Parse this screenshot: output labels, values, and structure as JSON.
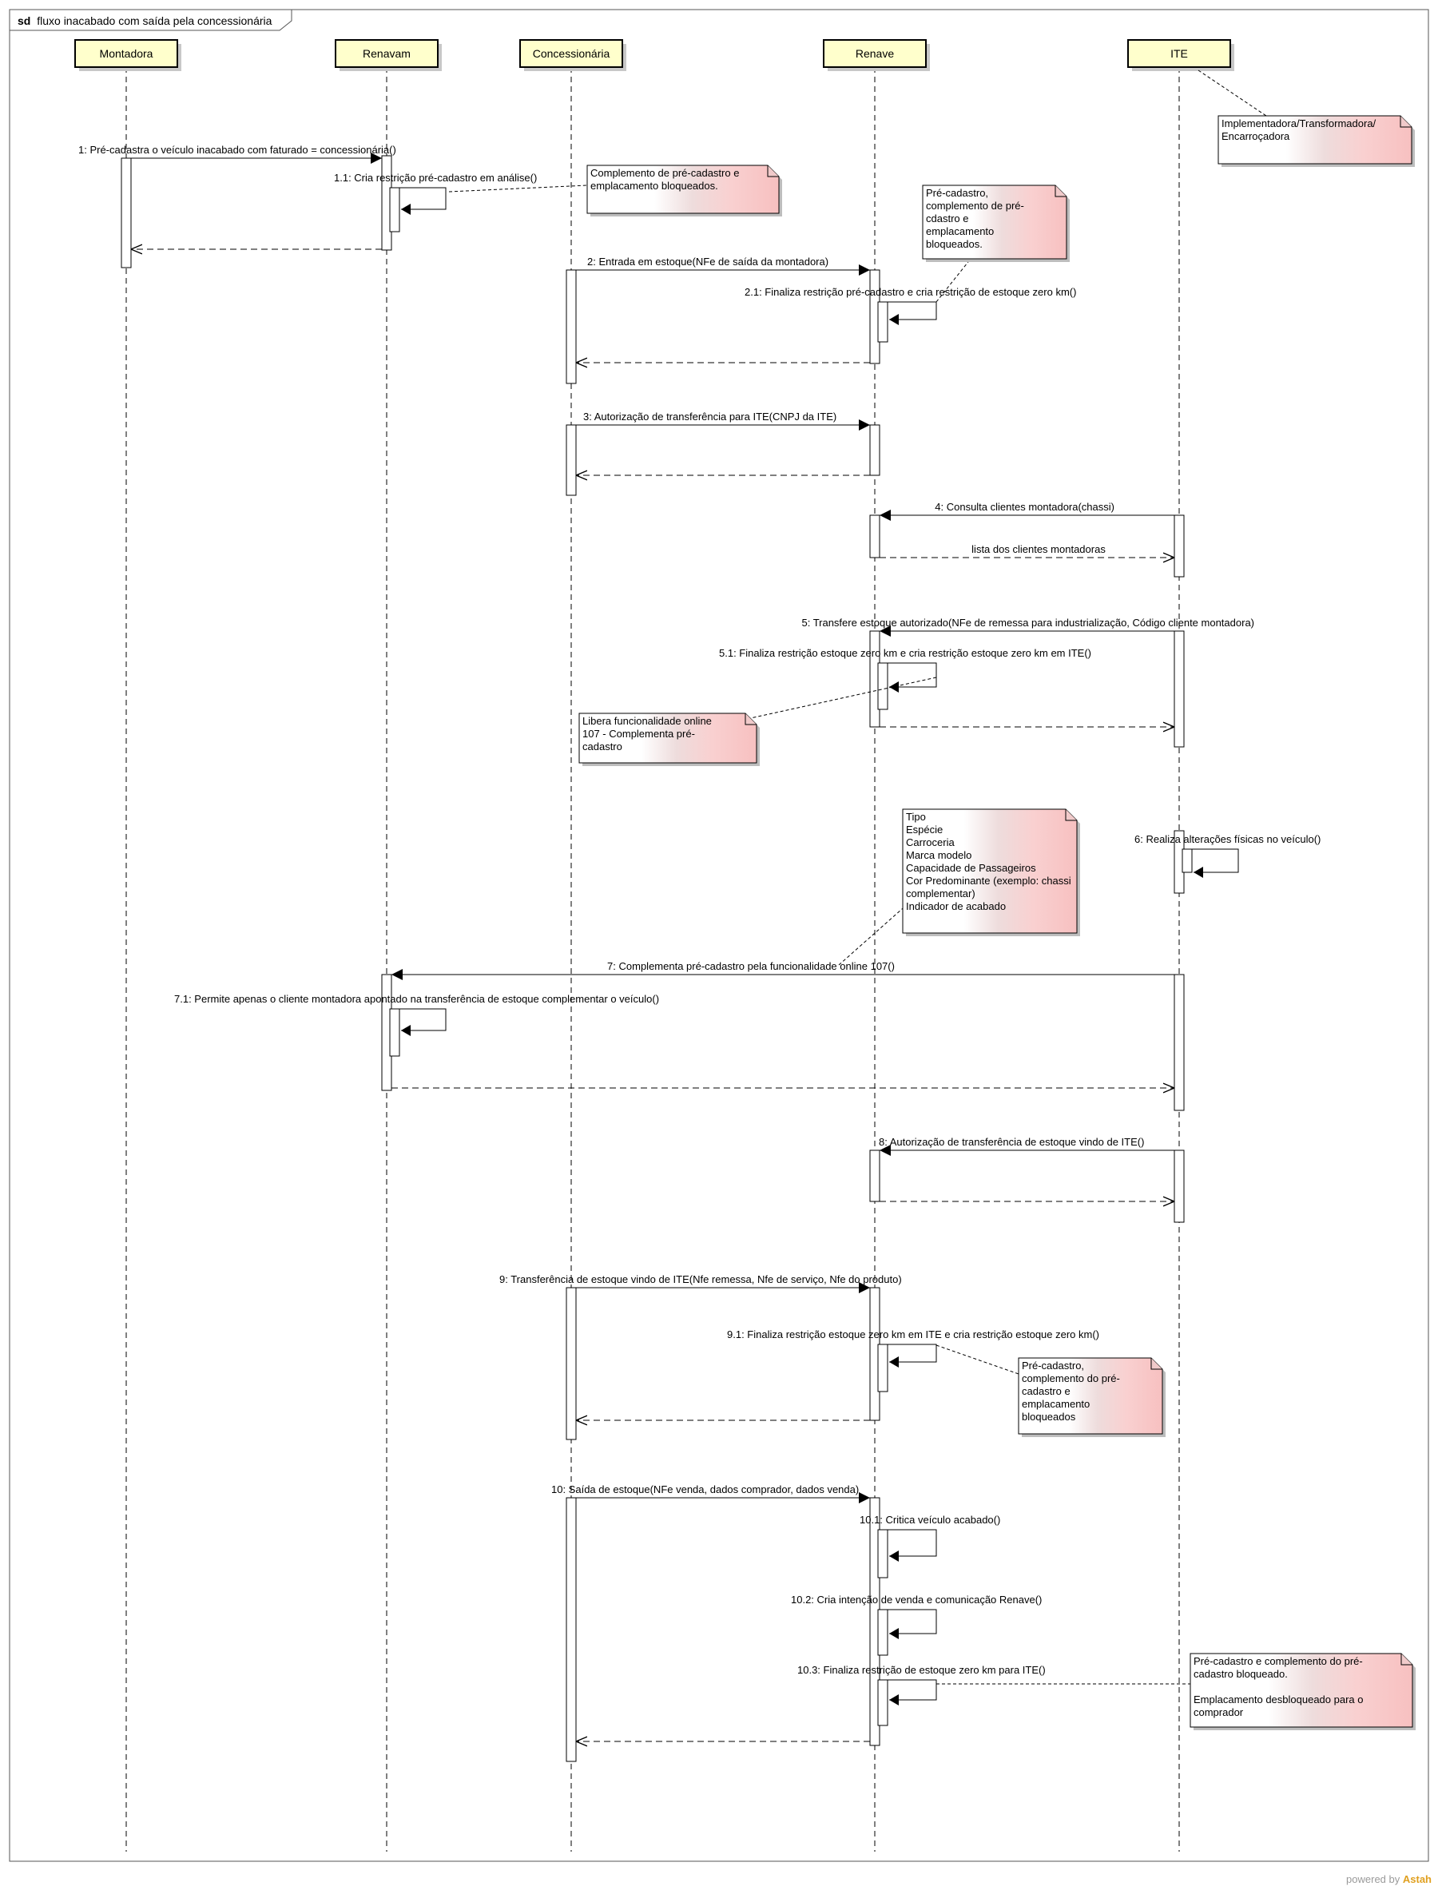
{
  "frame": {
    "keyword": "sd",
    "name": "fluxo inacabado com saída pela concessionária"
  },
  "lifelines": [
    "Montadora",
    "Renavam",
    "Concessionária",
    "Renave",
    "ITE"
  ],
  "messages": [
    {
      "label": "1: Pré-cadastra o veículo inacabado com faturado = concessionária()"
    },
    {
      "label": "1.1: Cria restrição pré-cadastro em análise()"
    },
    {
      "label": ""
    },
    {
      "label": "2: Entrada em estoque(NFe de saída da montadora)"
    },
    {
      "label": "2.1: Finaliza restrição pré-cadastro e cria restrição de estoque zero km()"
    },
    {
      "label": ""
    },
    {
      "label": "3: Autorização de transferência para ITE(CNPJ da ITE)"
    },
    {
      "label": ""
    },
    {
      "label": "4: Consulta clientes montadora(chassi)"
    },
    {
      "label": "lista dos clientes montadoras"
    },
    {
      "label": "5: Transfere estoque autorizado(NFe de remessa para industrialização, Código cliente montadora)"
    },
    {
      "label": "5.1: Finaliza restrição estoque zero km e cria restrição estoque zero km em ITE()"
    },
    {
      "label": ""
    },
    {
      "label": "6: Realiza alterações físicas no veículo()"
    },
    {
      "label": "7: Complementa pré-cadastro pela funcionalidade online 107()"
    },
    {
      "label": "7.1: Permite apenas o cliente montadora apontado na transferência de estoque complementar o veículo()"
    },
    {
      "label": ""
    },
    {
      "label": "8: Autorização de transferência de estoque vindo de ITE()"
    },
    {
      "label": ""
    },
    {
      "label": "9: Transferência de estoque vindo de ITE(Nfe remessa, Nfe de serviço, Nfe do produto)"
    },
    {
      "label": "9.1: Finaliza restrição estoque zero km em ITE e cria restrição estoque zero km()"
    },
    {
      "label": ""
    },
    {
      "label": "10: Saída de estoque(NFe venda, dados comprador, dados venda)"
    },
    {
      "label": "10.1: Critica veículo acabado()"
    },
    {
      "label": "10.2: Cria intenção de venda e comunicação Renave()"
    },
    {
      "label": "10.3: Finaliza restrição de estoque zero km para ITE()"
    },
    {
      "label": ""
    }
  ],
  "notes": [
    {
      "lines": [
        "Implementadora/Transformadora/",
        "Encarroçadora"
      ]
    },
    {
      "lines": [
        "Complemento de pré-cadastro e",
        "emplacamento bloqueados."
      ]
    },
    {
      "lines": [
        "Pré-cadastro,",
        "complemento de pré-",
        "cdastro e",
        "emplacamento",
        "bloqueados."
      ]
    },
    {
      "lines": [
        "Libera funcionalidade online",
        "107 - Complementa pré-",
        "cadastro"
      ]
    },
    {
      "lines": [
        "Tipo",
        "Espécie",
        "Carroceria",
        "Marca modelo",
        "Capacidade de Passageiros",
        "Cor Predominante (exemplo: chassi",
        "complementar)",
        "Indicador de  acabado"
      ]
    },
    {
      "lines": [
        "Pré-cadastro,",
        "complemento do pré-",
        "cadastro e",
        "emplacamento",
        "bloqueados"
      ]
    },
    {
      "lines": [
        "Pré-cadastro e complemento do pré-",
        "cadastro bloqueado.",
        "",
        "Emplacamento desbloqueado para o",
        "comprador"
      ]
    }
  ],
  "footer": {
    "prefix": "powered by ",
    "brand": "Astah"
  },
  "colors": {
    "lifeline_fill": "#ffffcc",
    "lifeline_border": "#000000",
    "note_fill": "#f6d3d3",
    "note_accent": "#f5b5b5",
    "line": "#000000"
  }
}
